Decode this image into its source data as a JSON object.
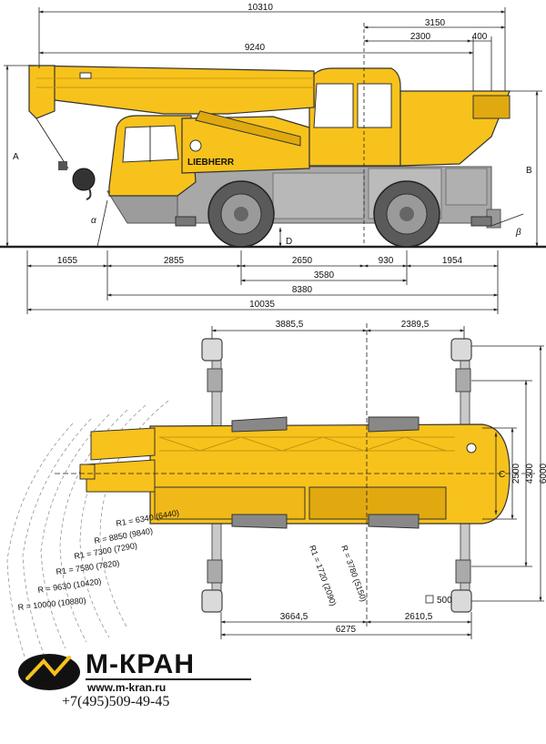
{
  "side_view": {
    "top_dims": [
      "10310",
      "3150",
      "9240",
      "2300",
      "400"
    ],
    "bottom_dims": [
      "1655",
      "2855",
      "2650",
      "930",
      "1954",
      "3580",
      "8380",
      "10035"
    ],
    "letters": {
      "A": "A",
      "B": "B",
      "D": "D",
      "alpha": "α",
      "beta": "β"
    },
    "cab_brand": "LIEBHERR"
  },
  "top_view": {
    "top_dims": [
      "3885,5",
      "2389,5"
    ],
    "bottom_dims": [
      "3664,5",
      "2610,5",
      "6275"
    ],
    "right_dims": [
      "2500",
      "4300",
      "6000"
    ],
    "right_letter": "C",
    "pad_label": "500",
    "radii": [
      "R1 = 6340 (6440)",
      "R = 8850 (9840)",
      "R1 = 7300 (7290)",
      "R1 = 7580 (7820)",
      "R = 9630 (10420)",
      "R = 10000 (10880)"
    ],
    "inner_radii": [
      "R1 = 1720 (2090)",
      "R = 3780 (5150)"
    ]
  },
  "logo": {
    "brand_name": "М-КРАН",
    "website": "www.m-kran.ru",
    "phone": "+7(495)509-49-45"
  },
  "colors": {
    "crane_yellow": "#F7C21B",
    "crane_yellow_dark": "#E0A90F",
    "chassis_gray": "#A8A8A8",
    "line": "#222222"
  }
}
